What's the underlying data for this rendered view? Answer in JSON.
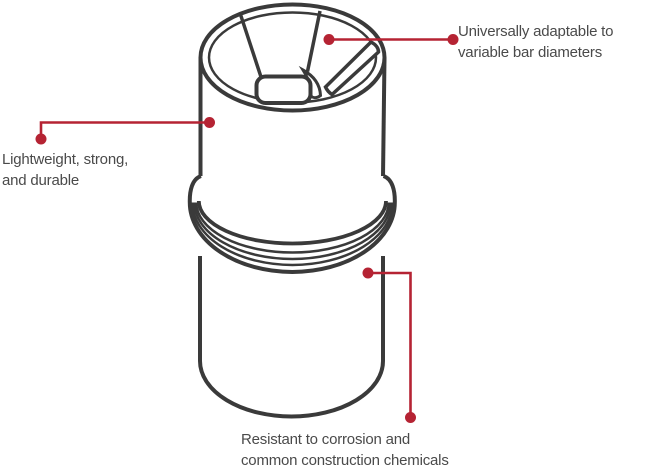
{
  "diagram": {
    "colors": {
      "outline": "#3a3a3a",
      "accent_red": "#b52333",
      "label_text": "#4a4a4a",
      "background": "#ffffff"
    },
    "callouts": [
      {
        "id": "adaptable",
        "lines": [
          "Universally adaptable to",
          "variable bar diameters"
        ]
      },
      {
        "id": "lightweight",
        "lines": [
          "Lightweight, strong,",
          "and durable"
        ]
      },
      {
        "id": "corrosion",
        "lines": [
          "Resistant to corrosion and",
          "common construction chemicals"
        ]
      }
    ]
  }
}
